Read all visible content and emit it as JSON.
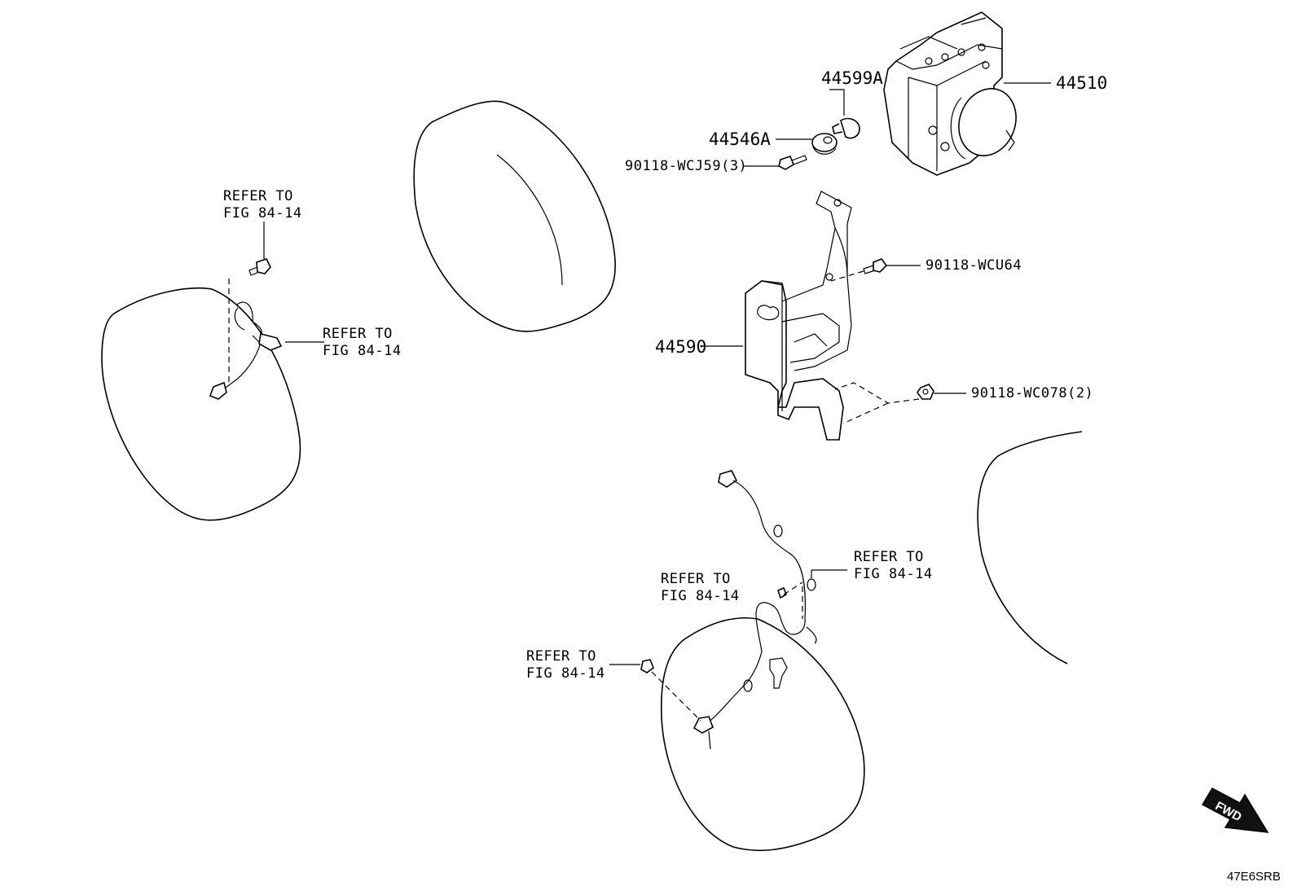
{
  "callouts": {
    "abs_actuator": "44510",
    "bushing_bolt": "44599A",
    "cushion": "44546A",
    "bolt_3": "90118-WCJ59(3)",
    "bracket_bolt": "90118-WCU64",
    "bracket": "44590",
    "nut_2": "90118-WC078(2)"
  },
  "refer_notes": {
    "line1": "REFER TO",
    "line2": "FIG 84-14"
  },
  "fwd_label": "FWD",
  "diagram_code": "47E6SRB"
}
